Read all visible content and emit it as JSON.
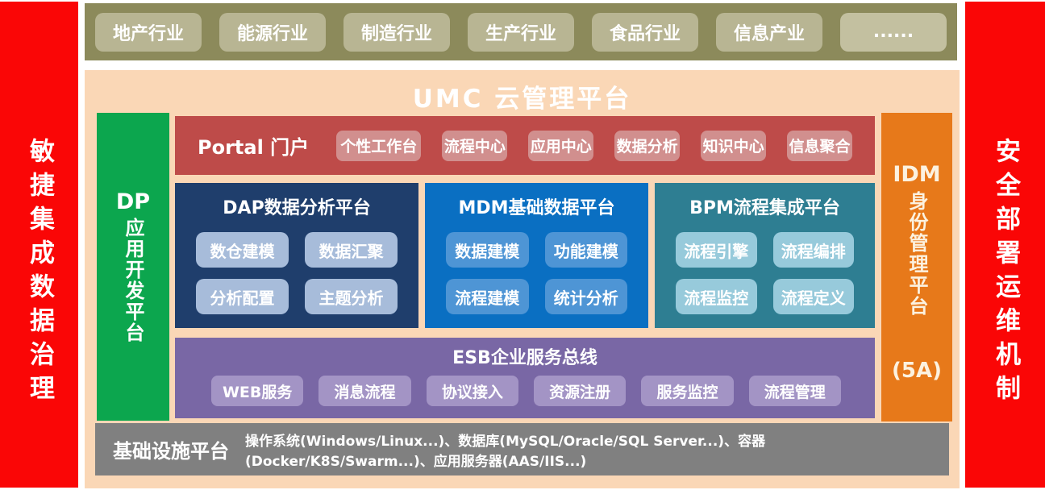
{
  "left_banner": {
    "text": "敏捷集成数据治理"
  },
  "right_banner": {
    "text": "安全部署运维机制"
  },
  "industries": [
    "地产行业",
    "能源行业",
    "制造行业",
    "生产行业",
    "食品行业",
    "信息产业",
    "......"
  ],
  "platform": {
    "title": "UMC 云管理平台",
    "dp_bar": {
      "prefix": "DP",
      "text": "应用开发平台"
    },
    "idm_bar": {
      "prefix": "IDM",
      "text": "身份管理平台",
      "suffix": "(5A)"
    },
    "portal": {
      "label": "Portal 门户",
      "items": [
        "个性工作台",
        "流程中心",
        "应用中心",
        "数据分析",
        "知识中心",
        "信息聚合"
      ]
    },
    "columns": [
      {
        "title": "DAP数据分析平台",
        "items": [
          "数仓建模",
          "数据汇聚",
          "分析配置",
          "主题分析"
        ]
      },
      {
        "title": "MDM基础数据平台",
        "items": [
          "数据建模",
          "功能建模",
          "流程建模",
          "统计分析"
        ]
      },
      {
        "title": "BPM流程集成平台",
        "items": [
          "流程引擎",
          "流程编排",
          "流程监控",
          "流程定义"
        ]
      }
    ],
    "esb": {
      "title": "ESB企业服务总线",
      "items": [
        "WEB服务",
        "消息流程",
        "协议接入",
        "资源注册",
        "服务监控",
        "流程管理"
      ]
    },
    "infra": {
      "title": "基础设施平台",
      "detail": "操作系统(Windows/Linux...)、数据库(MySQL/Oracle/SQL Server...)、容器(Docker/K8S/Swarm...)、应用服务器(AAS/IIS...)"
    }
  },
  "palette": {
    "side_banner_red": "#FA0606",
    "industry_bar_olive": "#8C8A5B",
    "industry_button_olive": "#B8B593",
    "platform_peach": "#FAD7B6",
    "portal_red": "#BE4B49",
    "portal_button_rose": "#D18F8E",
    "dap_navy": "#1F3E6C",
    "dap_button_blue": "#A7BCDA",
    "mdm_blue": "#0A6FC2",
    "mdm_button_blue": "#4E95D5",
    "bpm_teal": "#2E7E92",
    "bpm_button_teal": "#97CADB",
    "esb_purple": "#7967A5",
    "esb_button_purple": "#A394C5",
    "infra_gray": "#808080",
    "dp_green": "#0CA64E",
    "idm_orange": "#E7791A"
  }
}
